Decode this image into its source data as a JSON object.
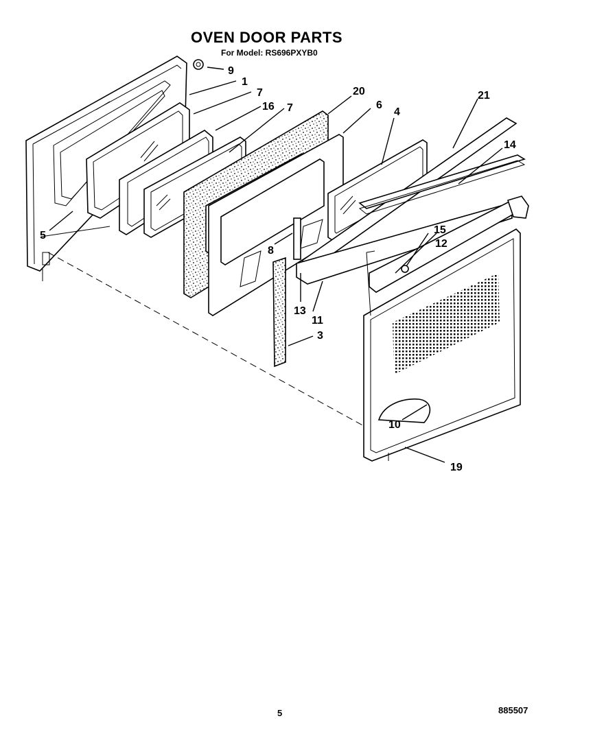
{
  "header": {
    "title": "OVEN DOOR PARTS",
    "subtitle": "For Model: RS696PXYB0"
  },
  "footer": {
    "page_number": "5",
    "document_number": "885507"
  },
  "callouts": [
    {
      "id": "c9",
      "label": "9"
    },
    {
      "id": "c1",
      "label": "1"
    },
    {
      "id": "c7a",
      "label": "7"
    },
    {
      "id": "c16",
      "label": "16"
    },
    {
      "id": "c7b",
      "label": "7"
    },
    {
      "id": "c20",
      "label": "20"
    },
    {
      "id": "c6",
      "label": "6"
    },
    {
      "id": "c4",
      "label": "4"
    },
    {
      "id": "c21",
      "label": "21"
    },
    {
      "id": "c14",
      "label": "14"
    },
    {
      "id": "c5",
      "label": "5"
    },
    {
      "id": "c8",
      "label": "8"
    },
    {
      "id": "c15",
      "label": "15"
    },
    {
      "id": "c12",
      "label": "12"
    },
    {
      "id": "c13",
      "label": "13"
    },
    {
      "id": "c11",
      "label": "11"
    },
    {
      "id": "c3",
      "label": "3"
    },
    {
      "id": "c10",
      "label": "10"
    },
    {
      "id": "c19",
      "label": "19"
    }
  ]
}
